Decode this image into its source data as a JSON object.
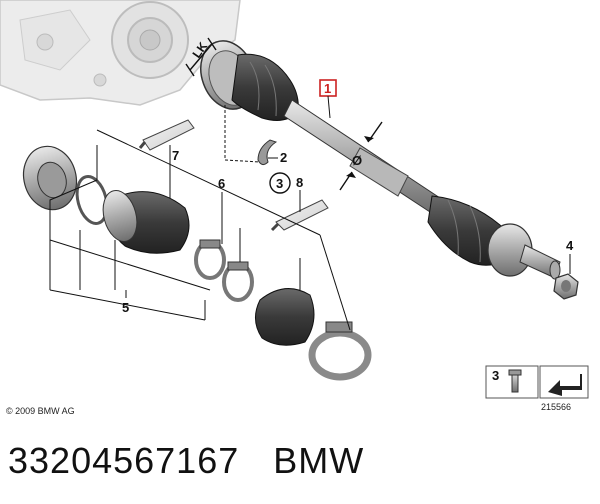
{
  "diagram": {
    "copyright": "© 2009 BMW AG",
    "image_number": "215566",
    "lk_label": "LK",
    "diameter_symbol": "Ø",
    "callouts": {
      "c1": "1",
      "c2": "2",
      "c3": "3",
      "c4": "4",
      "c5": "5",
      "c6": "6",
      "c7": "7",
      "c8": "8",
      "legend": "3"
    }
  },
  "caption": {
    "part_number": "33204567167",
    "brand": "BMW"
  }
}
